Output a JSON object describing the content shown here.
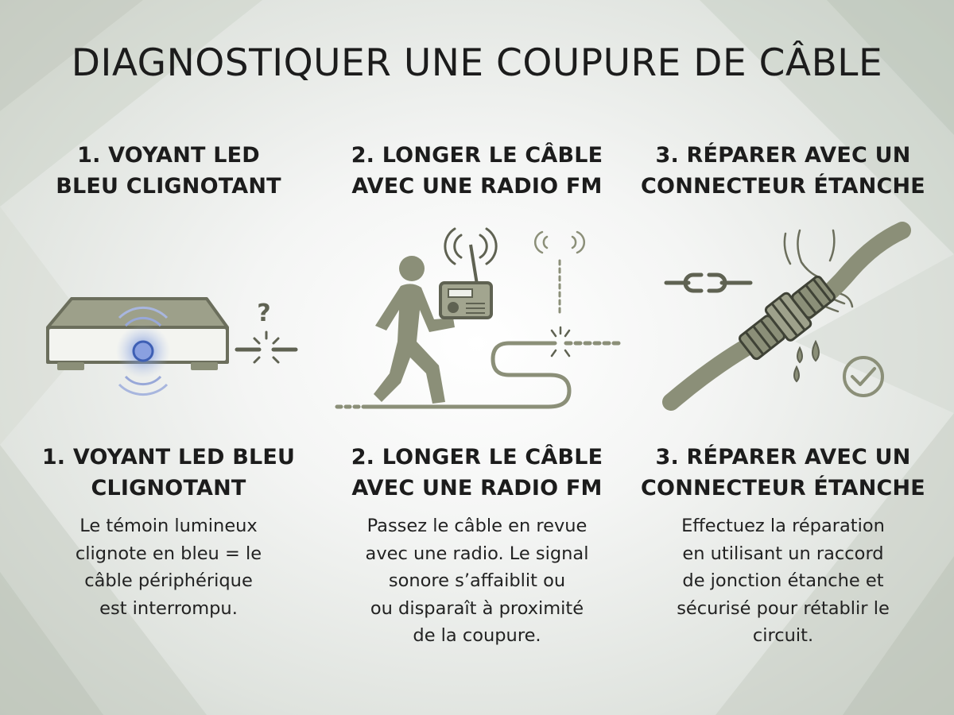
{
  "title": "DIAGNOSTIQUER UNE COUPURE DE CÂBLE",
  "colors": {
    "olive": "#8b8f78",
    "olive_dark": "#5f6252",
    "led_blue": "#5b7fd6",
    "text": "#1c1c1c",
    "background": "#eef0ed"
  },
  "steps": [
    {
      "heading_top": [
        "1. VOYANT LED",
        "BLEU CLIGNOTANT"
      ],
      "heading_bottom": [
        "1. VOYANT LED BLEU",
        "CLIGNOTANT"
      ],
      "description": [
        "Le témoin lumineux",
        "clignote en bleu = le",
        "câble périphérique",
        "est interrompu."
      ],
      "icons": [
        "base-station-icon",
        "blue-led-icon",
        "question-mark-icon",
        "broken-cable-icon"
      ]
    },
    {
      "heading_top": [
        "2. LONGER LE CÂBLE",
        "AVEC UNE RADIO FM"
      ],
      "heading_bottom": [
        "2. LONGER LE CÂBLE",
        "AVEC UNE RADIO FM"
      ],
      "description": [
        "Passez le câble en revue",
        "avec une radio. Le signal",
        "sonore s’affaiblit ou",
        "ou disparaît à proximité",
        "de la coupure."
      ],
      "icons": [
        "walking-person-icon",
        "fm-radio-icon",
        "radio-signal-icon",
        "cable-break-icon"
      ]
    },
    {
      "heading_top": [
        "3. RÉPARER AVEC UN",
        "CONNECTEUR ÉTANCHE"
      ],
      "heading_bottom": [
        "3. RÉPARER AVEC UN",
        "CONNECTEUR ÉTANCHE"
      ],
      "description": [
        "Effectuez la réparation",
        "en utilisant un raccord",
        "de jonction étanche et",
        "sécurisé pour rétablir le",
        "circuit."
      ],
      "icons": [
        "broken-chain-icon",
        "hand-icon",
        "waterproof-connector-icon",
        "water-drops-icon",
        "checkmark-icon"
      ]
    }
  ]
}
